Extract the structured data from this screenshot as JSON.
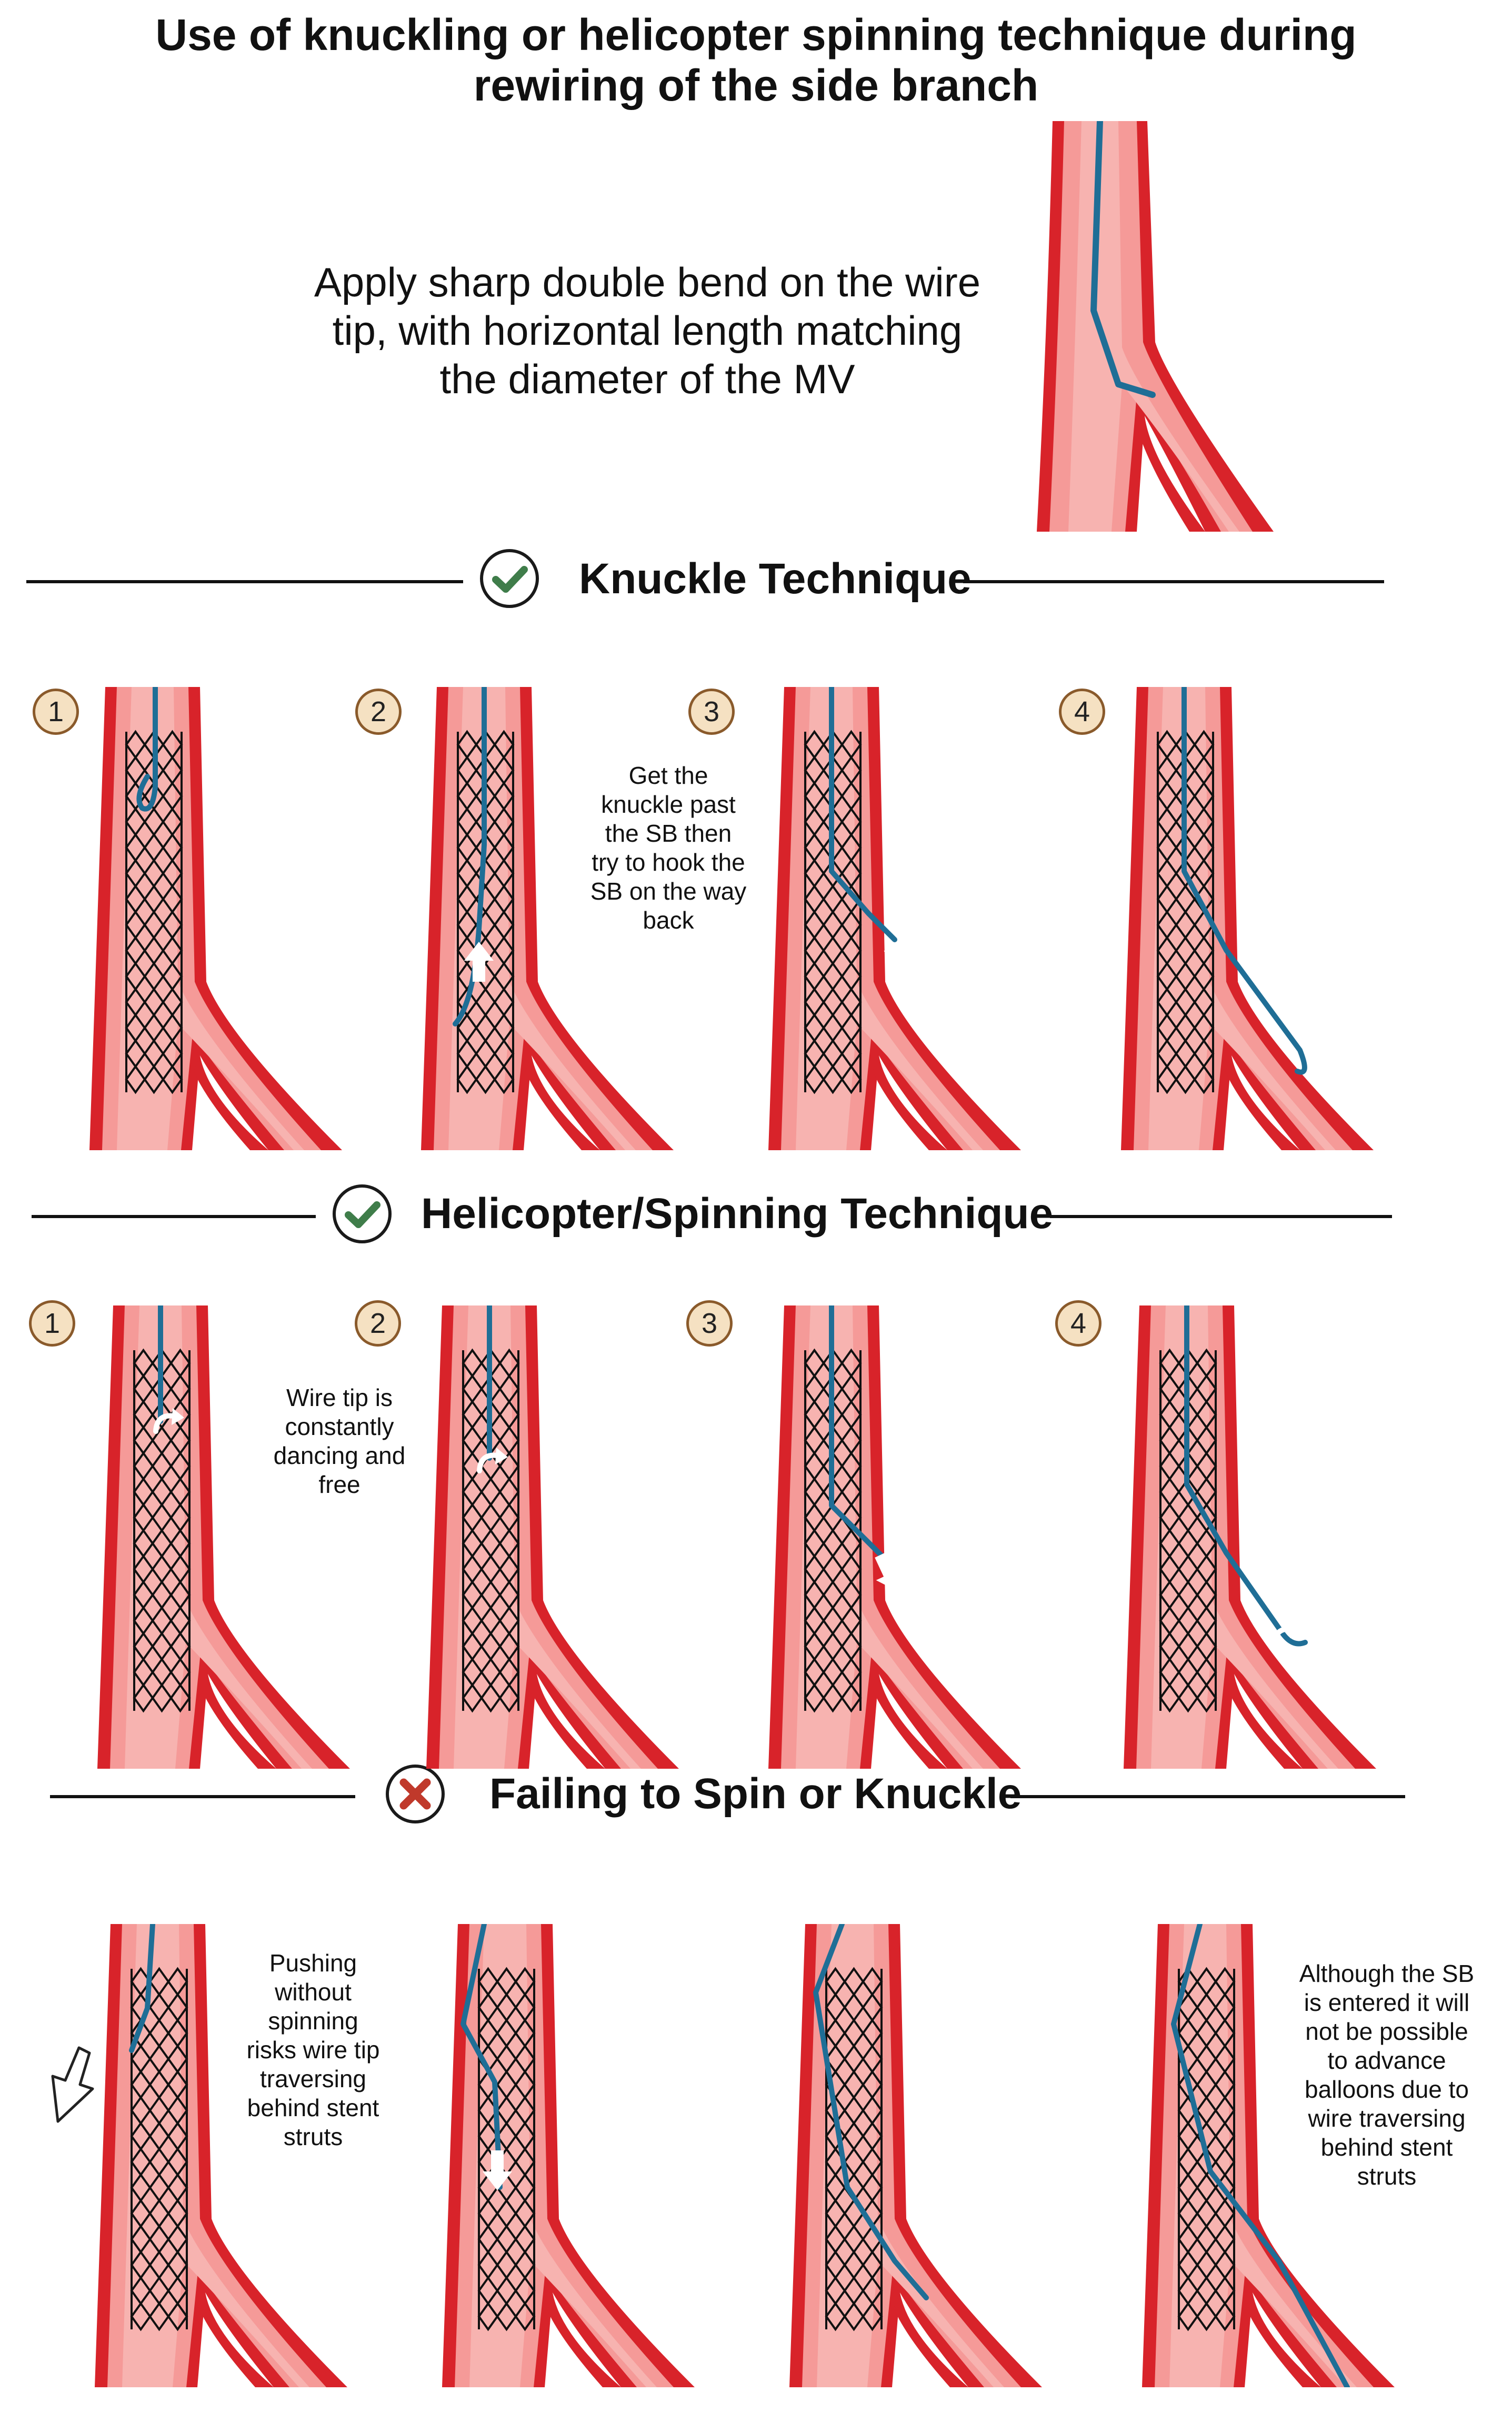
{
  "title": "Use of knuckling or helicopter spinning technique during\nrewiring of the side branch",
  "intro": "Apply sharp double bend on the wire\ntip, with horizontal length matching\nthe diameter of the MV",
  "sections": {
    "knuckle": {
      "title": "Knuckle Technique",
      "steps": [
        "1",
        "2",
        "3",
        "4"
      ],
      "note": "Get the\nknuckle past\nthe SB then\ntry to hook the\nSB on the way\nback"
    },
    "helicopter": {
      "title": "Helicopter/Spinning Technique",
      "steps": [
        "1",
        "2",
        "3",
        "4"
      ],
      "note": "Wire tip is\nconstantly\ndancing and\nfree"
    },
    "failing": {
      "title": "Failing to Spin or Knuckle",
      "note_left": "Pushing\nwithout\nspinning\nrisks wire tip\ntraversing\nbehind stent\nstruts",
      "note_right": "Although the SB\nis entered it will\nnot be possible\nto advance\nballoons due to\nwire traversing\nbehind stent\nstruts"
    }
  },
  "colors": {
    "vessel_wall": "#d8232a",
    "vessel_lumen": "#f59a98",
    "vessel_core": "#f7b3b0",
    "wire": "#1f6e96",
    "ok_check": "#3f7d4a",
    "fail_x": "#c0392b",
    "step_fill": "#f5e1c2"
  }
}
